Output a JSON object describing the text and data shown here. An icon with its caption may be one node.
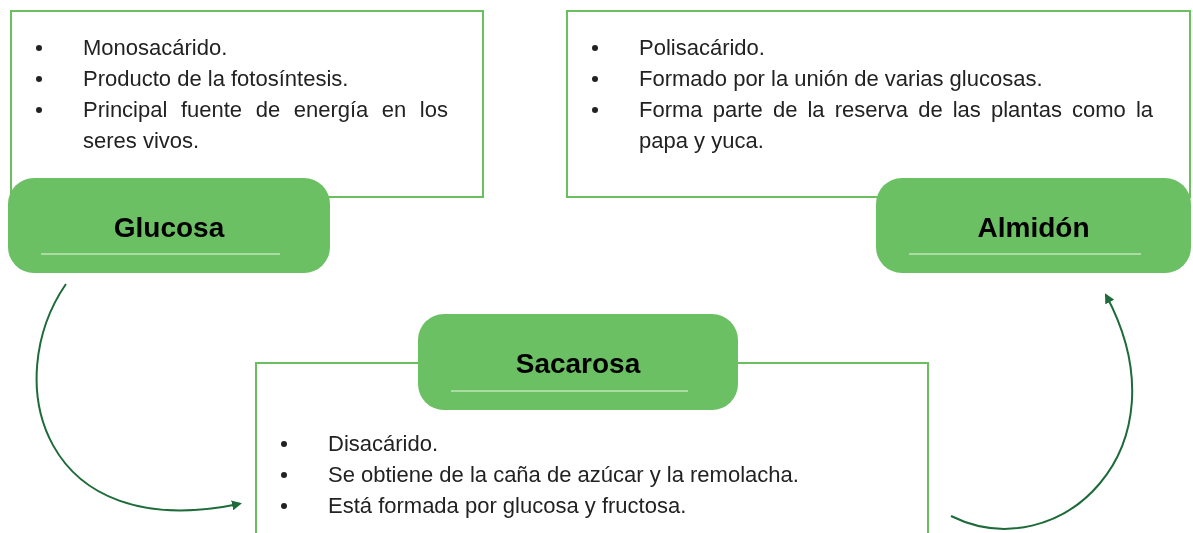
{
  "diagram": {
    "nodes": [
      {
        "text": [
          "Monosacárido.",
          "Producto de la fotosíntesis.",
          "Principal fuente de energía en los seres vivos."
        ]
      },
      {
        "text": [
          "Glucosa"
        ]
      },
      {
        "text": [
          "Polisacárido.",
          "Formado por la unión de varias glucosas.",
          "Forma parte de la reserva de las plantas como la papa y yuca."
        ]
      },
      {
        "text": [
          "Almidón"
        ]
      },
      {
        "text": [
          "Sacarosa"
        ]
      },
      {
        "text": [
          "Disacárido.",
          "Se obtiene de la caña de azúcar y la remolacha.",
          "Está formada por glucosa y fructosa."
        ]
      }
    ],
    "edges": [
      {
        "from": 1,
        "to": 5,
        "arrow": "to"
      },
      {
        "from": 5,
        "to": 3,
        "arrow": "to"
      }
    ]
  }
}
